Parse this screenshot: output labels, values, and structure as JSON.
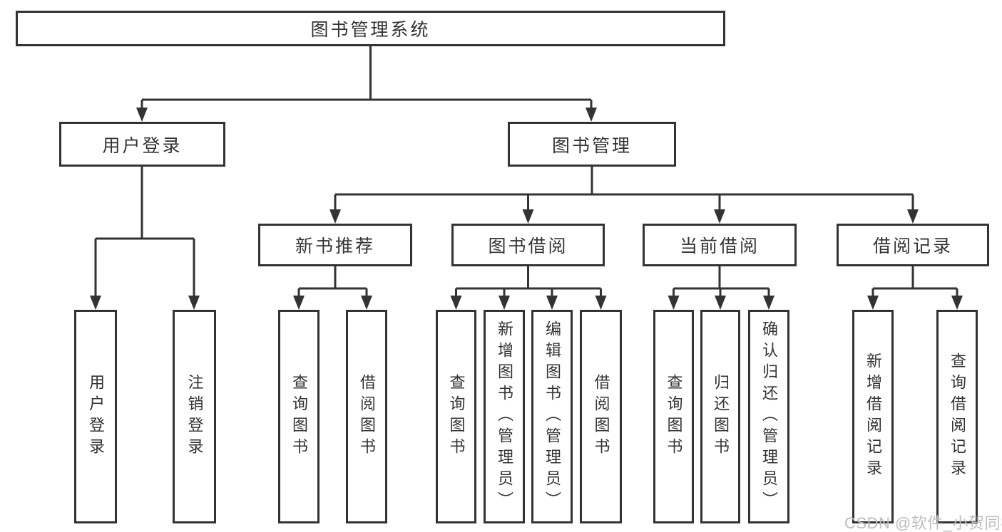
{
  "diagram": {
    "root": "图书管理系统",
    "login": {
      "label": "用户登录",
      "children": [
        "用户登录",
        "注销登录"
      ]
    },
    "management": {
      "label": "图书管理",
      "groups": [
        {
          "label": "新书推荐",
          "children": [
            "查询图书",
            "借阅图书"
          ]
        },
        {
          "label": "图书借阅",
          "children": [
            "查询图书",
            "新增图书（管理员）",
            "编辑图书（管理员）",
            "借阅图书"
          ]
        },
        {
          "label": "当前借阅",
          "children": [
            "查询图书",
            "归还图书",
            "确认归还（管理员）"
          ]
        },
        {
          "label": "借阅记录",
          "children": [
            "新增借阅记录",
            "查询借阅记录"
          ]
        }
      ]
    }
  },
  "watermark": "CSDN @软件_小贺同学",
  "colors": {
    "line": "#333333",
    "text": "#333333",
    "watermark": "#bdbdbd",
    "background": "#ffffff"
  }
}
